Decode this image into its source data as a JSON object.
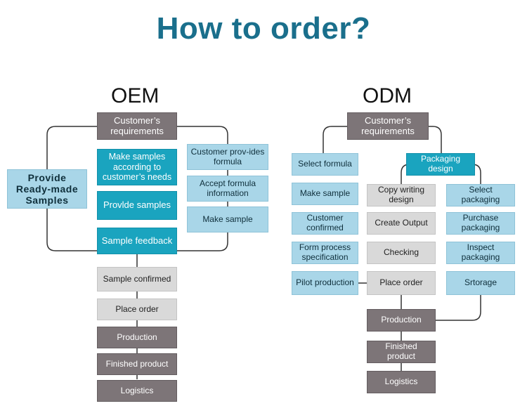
{
  "title": "How to order?",
  "oem": {
    "heading": "OEM",
    "customers_requirements": "Customer’s requirements",
    "provide_ready_made_samples": "Provide Ready-made Samples",
    "make_samples_according": "Make samples according to customer’s needs",
    "provide_samples": "Provlde samples",
    "sample_feedback": "Sample feedback",
    "customer_provides_formula": "Customer prov-ides formula",
    "accept_formula_information": "Accept formula information",
    "make_sample": "Make sample",
    "sample_confirmed": "Sample confirmed",
    "place_order": "Place order",
    "production": "Production",
    "finished_product": "Finished product",
    "logistics": "Logistics"
  },
  "odm": {
    "heading": "ODM",
    "customers_requirements": "Customer’s requirements",
    "select_formula": "Select formula",
    "make_sample": "Make sample",
    "customer_confirmed": "Customer confirmed",
    "form_process_specification": "Form process specification",
    "pilot_production": "Pilot production",
    "packaging_design": "Packaging design",
    "copy_writing_design": "Copy writing design",
    "create_output": "Create Output",
    "checking": "Checking",
    "place_order": "Place order",
    "select_packaging": "Select packaging",
    "purchase_packaging": "Purchase packaging",
    "inspect_packaging": "Inspect packaging",
    "storage": "Srtorage",
    "production": "Production",
    "finished_product": "Finished product",
    "logistics": "Logistics"
  }
}
